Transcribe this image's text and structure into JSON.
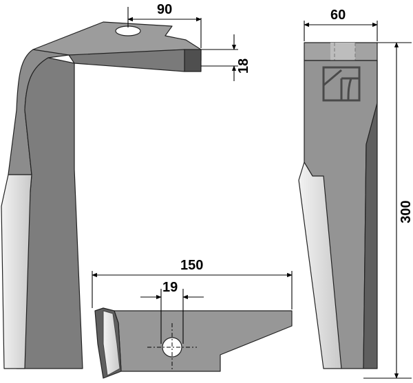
{
  "dimensions": {
    "hole_offset": "90",
    "plate_thickness": "18",
    "blade_width": "60",
    "blade_height": "300",
    "base_length": "150",
    "hole_diameter": "19"
  },
  "colors": {
    "background": "#ffffff",
    "steel_mid": "#8c8c8c",
    "steel_dark": "#5f5f5f",
    "steel_light": "#a9a9a9",
    "edge_highlight": "#e8e8e8",
    "outline": "#222222",
    "logo_stroke": "#4a4a4a"
  },
  "icons": {
    "hole": "bolt-hole",
    "brand": "manufacturer-logo"
  }
}
